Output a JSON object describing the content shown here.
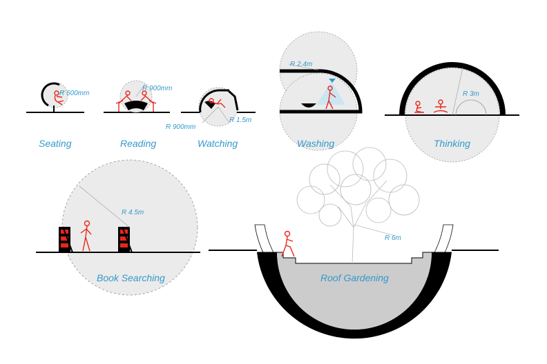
{
  "colors": {
    "accent": "#3399cc",
    "figure": "#e8261b",
    "wall": "#000000",
    "zone_fill": "#ebebeb",
    "zone_stroke": "#9a9a9a",
    "ground": "#000000",
    "garden_fill": "#cccccc"
  },
  "icons": {
    "person": "seated-person-icon",
    "ladder": "bookshelf-ladder-icon",
    "tree": "tree-icon",
    "shower": "shower-head-icon"
  },
  "spaces": {
    "seating": {
      "caption": "Seating",
      "radius": "R 600mm"
    },
    "reading": {
      "caption": "Reading",
      "radius": "R 900mm"
    },
    "watching": {
      "caption": "Watching",
      "radius_a": "R 900mm",
      "radius_b": "R 1.5m"
    },
    "washing": {
      "caption": "Washing",
      "radius": "R 2.4m"
    },
    "thinking": {
      "caption": "Thinking",
      "radius": "R 3m"
    },
    "book": {
      "caption": "Book Searching",
      "radius": "R 4.5m"
    },
    "roof": {
      "caption": "Roof Gardening",
      "radius": "R 6m"
    }
  }
}
